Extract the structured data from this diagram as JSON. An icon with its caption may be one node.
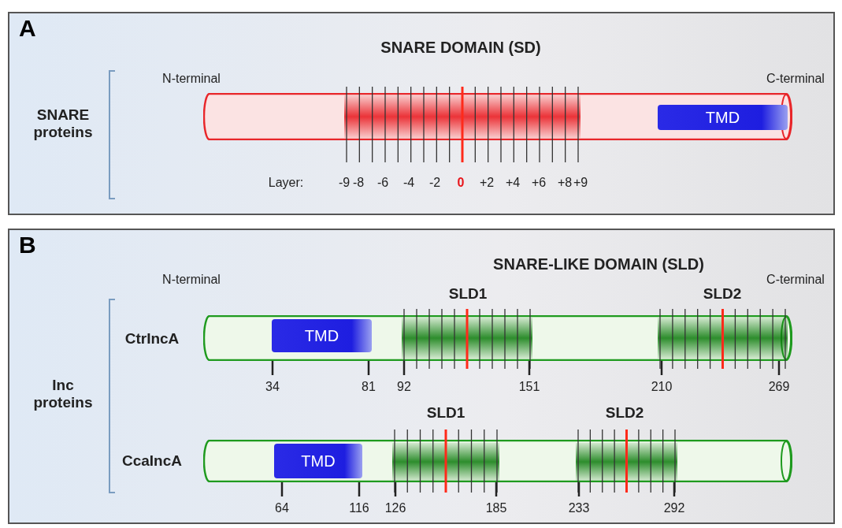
{
  "diagram": {
    "nodes": [
      {
        "text": [
          "A"
        ]
      },
      {
        "text": [],
        "shape": "cylinder",
        "in": 0
      },
      {
        "text": [
          "TMD"
        ],
        "in": 1
      },
      {
        "text": [
          "B"
        ]
      },
      {
        "text": [],
        "shape": "cylinder",
        "in": 3
      },
      {
        "text": [
          "TMD"
        ],
        "in": 4
      },
      {
        "text": [],
        "shape": "cylinder",
        "in": 3
      },
      {
        "text": [
          "TMD"
        ],
        "in": 6
      }
    ],
    "labels": [
      "SNARE DOMAIN (SD)",
      "N-terminal",
      "C-terminal",
      "SNARE proteins",
      "Layer:",
      "-9",
      "-8",
      "-6",
      "-4",
      "-2",
      "0",
      "+2",
      "+4",
      "+6",
      "+8",
      "+9",
      "SNARE-LIKE DOMAIN (SLD)",
      "N-terminal",
      "SLD1",
      "SLD2",
      "C-terminal",
      "CtrIncA",
      "Inc proteins",
      "34",
      "81",
      "92",
      "151",
      "210",
      "269",
      "SLD1",
      "SLD2",
      "CcaIncA",
      "64",
      "116",
      "126",
      "185",
      "233",
      "292"
    ]
  }
}
